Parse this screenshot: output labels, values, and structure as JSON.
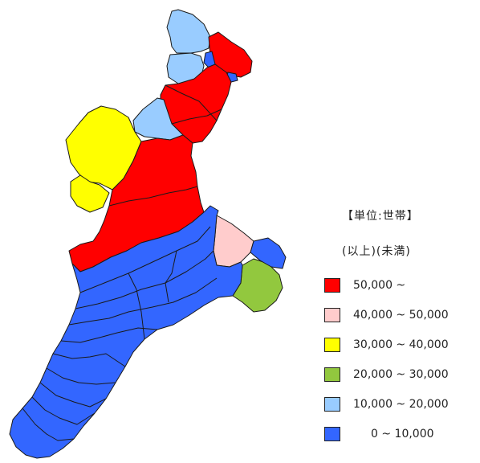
{
  "legend": {
    "unit_label": "【単位:世帯】",
    "range_header": "(以上)(未満)",
    "items": [
      {
        "label": "50,000 ~",
        "color": "#ff0000"
      },
      {
        "label": "40,000 ~ 50,000",
        "color": "#ffcccc"
      },
      {
        "label": "30,000 ~ 40,000",
        "color": "#ffff00"
      },
      {
        "label": "20,000 ~ 30,000",
        "color": "#92c83e"
      },
      {
        "label": "10,000 ~ 20,000",
        "color": "#99ccff"
      },
      {
        "label": "0 ~ 10,000",
        "color": "#3366ff"
      }
    ]
  }
}
